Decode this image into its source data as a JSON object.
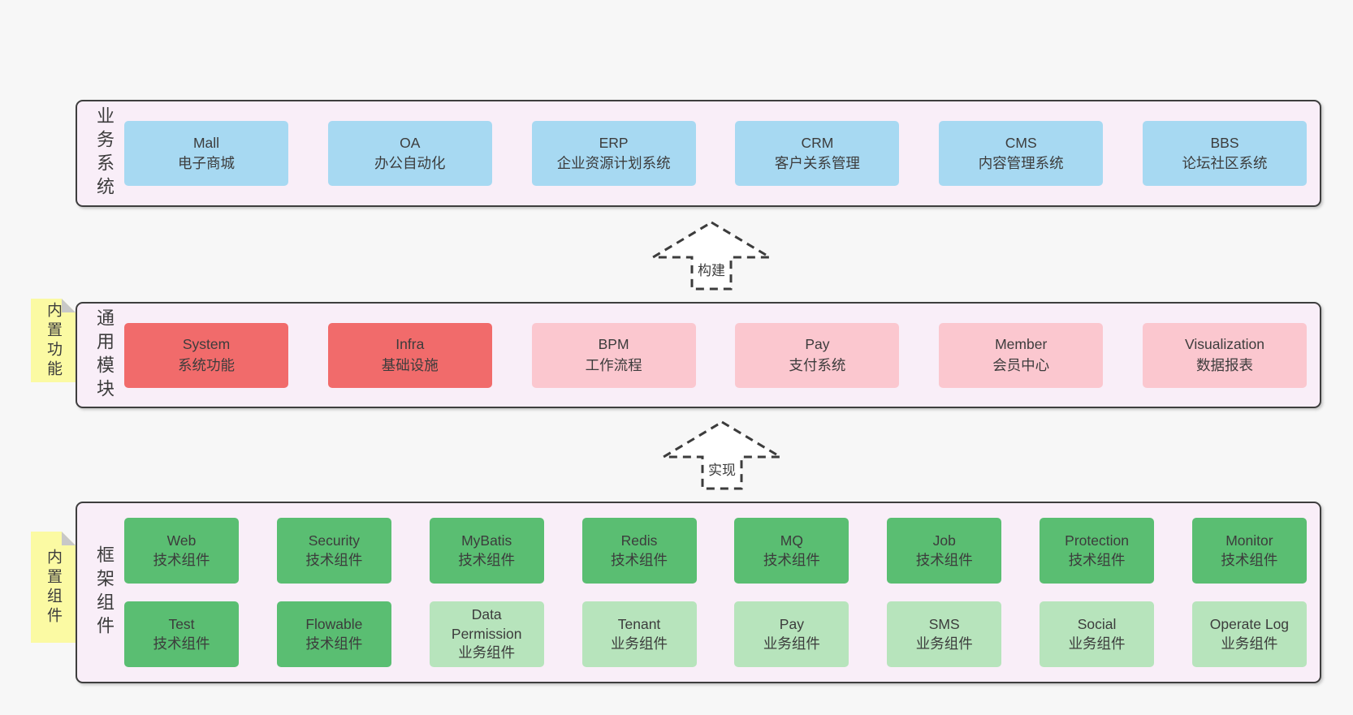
{
  "colors": {
    "page_background": "#f7f7f7",
    "panel_background": "#f9eef8",
    "panel_border": "#3e3e3e",
    "blue_box": "#a7d9f2",
    "red_box": "#f16b6b",
    "pink_box": "#fbc7cf",
    "green_box": "#5abe72",
    "light_green_box": "#b7e4bc",
    "sticky_note": "#fbfaa3",
    "note_fold": "#c8c8c8",
    "text": "#3c3c3c",
    "arrow_fill": "#ffffff"
  },
  "business": {
    "label": "业务系统",
    "items": [
      {
        "en": "Mall",
        "zh": "电子商城"
      },
      {
        "en": "OA",
        "zh": "办公自动化"
      },
      {
        "en": "ERP",
        "zh": "企业资源计划系统"
      },
      {
        "en": "CRM",
        "zh": "客户关系管理"
      },
      {
        "en": "CMS",
        "zh": "内容管理系统"
      },
      {
        "en": "BBS",
        "zh": "论坛社区系统"
      }
    ]
  },
  "arrows": {
    "build": "构建",
    "implement": "实现"
  },
  "modules": {
    "label": "通用模块",
    "note": "内置功能",
    "items": [
      {
        "en": "System",
        "zh": "系统功能"
      },
      {
        "en": "Infra",
        "zh": "基础设施"
      },
      {
        "en": "BPM",
        "zh": "工作流程"
      },
      {
        "en": "Pay",
        "zh": "支付系统"
      },
      {
        "en": "Member",
        "zh": "会员中心"
      },
      {
        "en": "Visualization",
        "zh": "数据报表"
      }
    ]
  },
  "framework": {
    "label": "框架组件",
    "note": "内置组件",
    "row1": [
      {
        "en": "Web",
        "zh": "技术组件"
      },
      {
        "en": "Security",
        "zh": "技术组件"
      },
      {
        "en": "MyBatis",
        "zh": "技术组件"
      },
      {
        "en": "Redis",
        "zh": "技术组件"
      },
      {
        "en": "MQ",
        "zh": "技术组件"
      },
      {
        "en": "Job",
        "zh": "技术组件"
      },
      {
        "en": "Protection",
        "zh": "技术组件"
      },
      {
        "en": "Monitor",
        "zh": "技术组件"
      }
    ],
    "row2": [
      {
        "en": "Test",
        "zh": "技术组件"
      },
      {
        "en": "Flowable",
        "zh": "技术组件"
      },
      {
        "en": "Data Permission",
        "zh": "业务组件"
      },
      {
        "en": "Tenant",
        "zh": "业务组件"
      },
      {
        "en": "Pay",
        "zh": "业务组件"
      },
      {
        "en": "SMS",
        "zh": "业务组件"
      },
      {
        "en": "Social",
        "zh": "业务组件"
      },
      {
        "en": "Operate Log",
        "zh": "业务组件"
      }
    ]
  }
}
